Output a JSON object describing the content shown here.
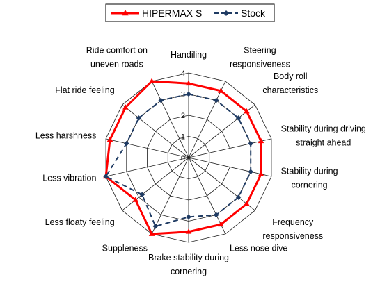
{
  "chart_data": {
    "type": "radar",
    "categories": [
      [
        "Handiling"
      ],
      [
        "Steering",
        "responsiveness"
      ],
      [
        "Body roll",
        "characteristics"
      ],
      [
        "Stability during driving",
        "straight ahead"
      ],
      [
        "Stability during",
        "cornering"
      ],
      [
        "Frequency",
        "responsiveness"
      ],
      [
        "Less nose dive"
      ],
      [
        "Brake stability during",
        "cornering"
      ],
      [
        "Suppleness"
      ],
      [
        "Less floaty feeling"
      ],
      [
        "Less vibration"
      ],
      [
        "Less harshness"
      ],
      [
        "Flat ride feeling"
      ],
      [
        "Ride comfort on",
        "uneven roads"
      ]
    ],
    "rlim": [
      0,
      4
    ],
    "ticks": [
      "0",
      "1",
      "2",
      "3",
      "4"
    ],
    "series": [
      {
        "name": "HIPERMAX S",
        "color": "#ff0000",
        "line": "solid",
        "marker": "triangle",
        "values": [
          3.5,
          3.5,
          3.5,
          3.5,
          3.5,
          3.5,
          3.5,
          3.5,
          4,
          3.2,
          4,
          3.8,
          3.8,
          4
        ]
      },
      {
        "name": "Stock",
        "color": "#1f3b63",
        "line": "dashed",
        "marker": "diamond",
        "values": [
          3,
          3,
          3,
          3,
          3,
          3,
          3,
          2.8,
          3.6,
          2.8,
          4,
          3,
          3,
          3
        ]
      }
    ],
    "grid": true,
    "legend": "top"
  }
}
